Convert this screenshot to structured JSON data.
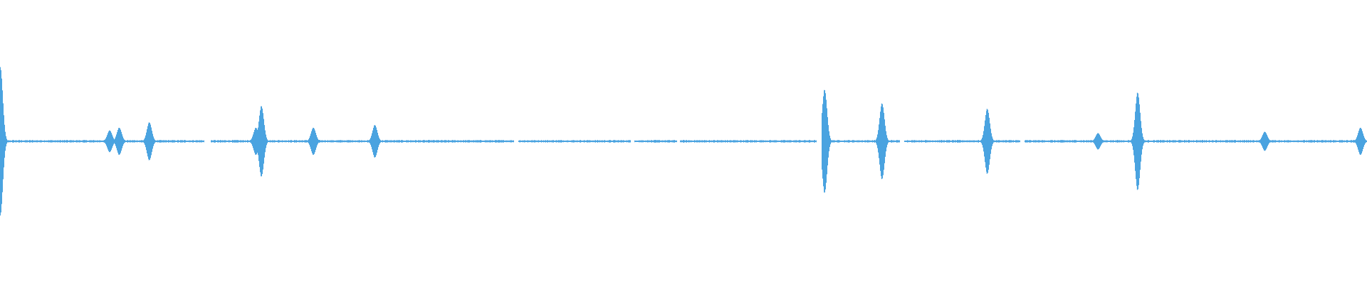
{
  "waveform": {
    "color": "#4aa3e0",
    "background": "#ffffff",
    "baseline_level": 0.0,
    "peaks": [
      {
        "t": 0.0,
        "amp": 0.55
      },
      {
        "t": 0.08,
        "amp": 0.08
      },
      {
        "t": 0.087,
        "amp": 0.1
      },
      {
        "t": 0.109,
        "amp": 0.14
      },
      {
        "t": 0.187,
        "amp": 0.1
      },
      {
        "t": 0.191,
        "amp": 0.26
      },
      {
        "t": 0.229,
        "amp": 0.1
      },
      {
        "t": 0.274,
        "amp": 0.12
      },
      {
        "t": 0.603,
        "amp": 0.38
      },
      {
        "t": 0.645,
        "amp": 0.28
      },
      {
        "t": 0.722,
        "amp": 0.24
      },
      {
        "t": 0.803,
        "amp": 0.06
      },
      {
        "t": 0.832,
        "amp": 0.36
      },
      {
        "t": 0.925,
        "amp": 0.07
      },
      {
        "t": 0.995,
        "amp": 0.1
      }
    ],
    "silent_gaps": [
      {
        "start": 0.149,
        "end": 0.154
      },
      {
        "start": 0.376,
        "end": 0.379
      },
      {
        "start": 0.461,
        "end": 0.464
      },
      {
        "start": 0.495,
        "end": 0.497
      },
      {
        "start": 0.597,
        "end": 0.601
      },
      {
        "start": 0.658,
        "end": 0.661
      },
      {
        "start": 0.746,
        "end": 0.749
      }
    ]
  }
}
